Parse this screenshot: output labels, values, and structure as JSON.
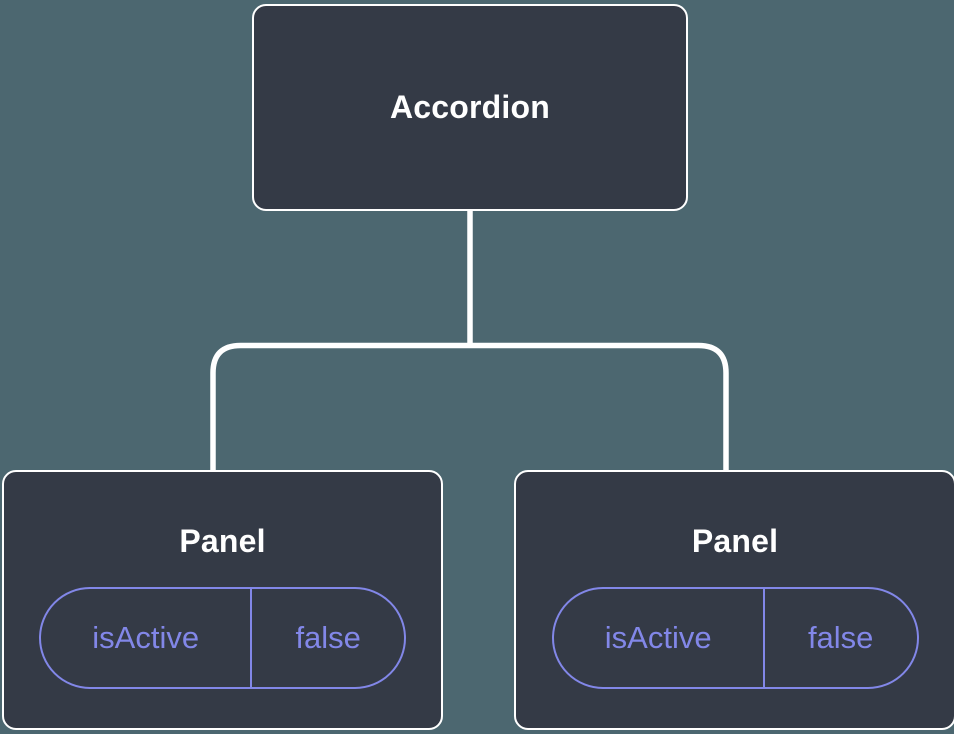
{
  "tree": {
    "root": {
      "label": "Accordion"
    },
    "children": [
      {
        "label": "Panel",
        "state": {
          "key": "isActive",
          "value": "false"
        }
      },
      {
        "label": "Panel",
        "state": {
          "key": "isActive",
          "value": "false"
        }
      }
    ]
  },
  "colors": {
    "background": "#4C6770",
    "node_fill": "#343A46",
    "node_border": "#FFFFFF",
    "node_text": "#FFFFFF",
    "connector": "#FFFFFF",
    "state_accent": "#8287E8"
  }
}
